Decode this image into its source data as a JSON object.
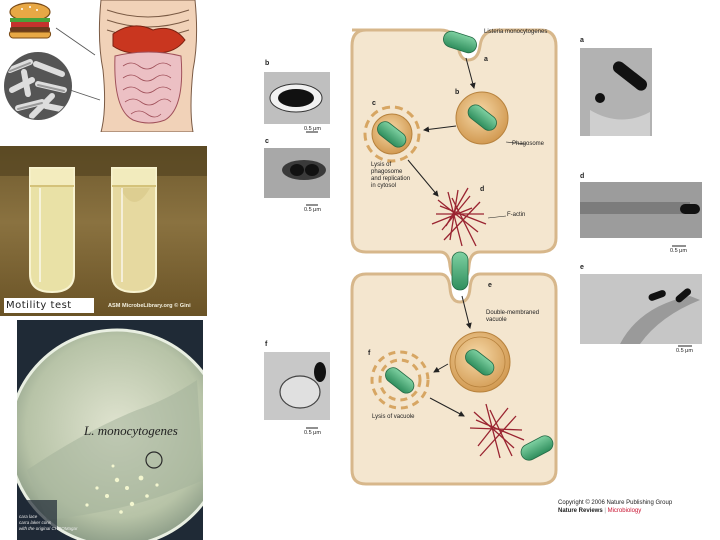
{
  "left_panel": {
    "motility_label": "Motility test",
    "tube_credit": "ASM MicrobeLibrary.org © Gini",
    "plate_label": "L. monocytogenes",
    "plate_note": [
      "cara lace",
      "carra laker cons",
      "with the original CHROMagar"
    ]
  },
  "figure": {
    "entry_label": "Listeria monocytogenes",
    "labels": {
      "phagosome": "Phagosome",
      "lysis_replication": [
        "Lysis of",
        "phagosome",
        "and replication",
        "in cytosol"
      ],
      "factin": "F-actin",
      "double_membraned": [
        "Double-membraned",
        "vacuole"
      ],
      "lysis_vacuole": "Lysis of vacuole"
    },
    "step_letters": [
      "a",
      "b",
      "c",
      "d",
      "e",
      "f"
    ],
    "micrograph_scale": "0.5 μm",
    "panel_letters": {
      "b": "b",
      "c": "c",
      "f": "f",
      "a": "a",
      "d": "d",
      "e": "e"
    },
    "copyright_line": "Copyright © 2006 Nature Publishing Group",
    "journal_name": "Nature Reviews",
    "journal_section": "Microbiology"
  },
  "colors": {
    "cell_fill": "#f4e6cf",
    "cell_border": "#d7b78b",
    "bacterium": "#4caf7d",
    "vacuole": "#d9a55f",
    "actin": "#9a2431",
    "journal_accent": "#c8102e"
  }
}
